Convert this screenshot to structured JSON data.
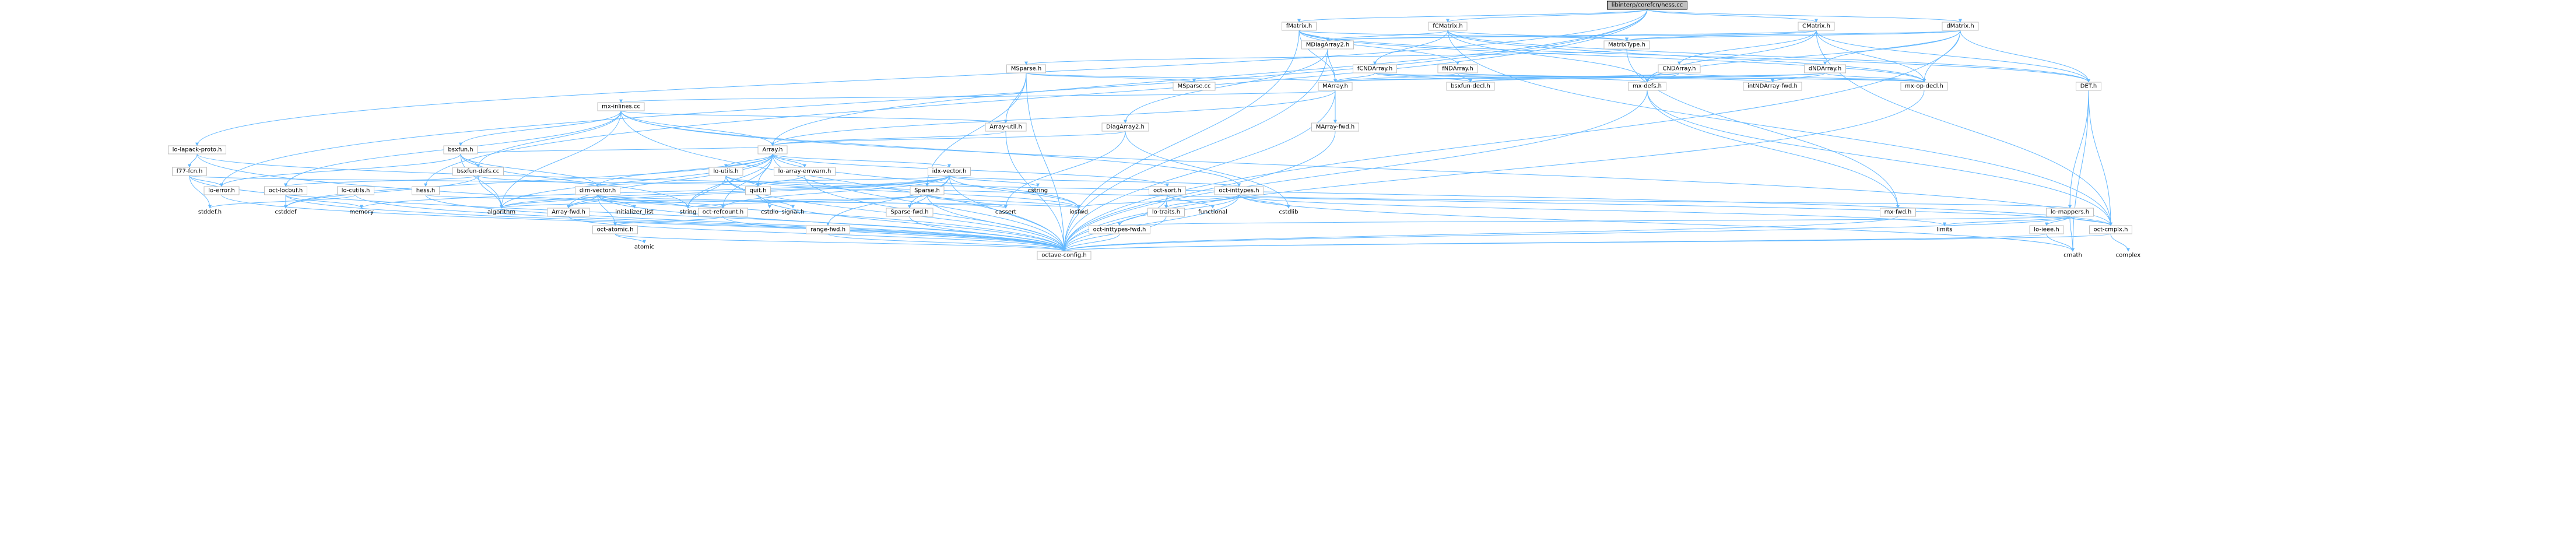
{
  "graph": {
    "root": "libinterp/corefcn/hess.cc",
    "nodes": [
      {
        "id": "root",
        "label": "libinterp/corefcn/hess.cc",
        "root": true
      },
      {
        "id": "fMatrix",
        "label": "fMatrix.h"
      },
      {
        "id": "fCMatrix",
        "label": "fCMatrix.h"
      },
      {
        "id": "CMatrix",
        "label": "CMatrix.h"
      },
      {
        "id": "dMatrix",
        "label": "dMatrix.h"
      },
      {
        "id": "MDiagArray2",
        "label": "MDiagArray2.h"
      },
      {
        "id": "MatrixType",
        "label": "MatrixType.h"
      },
      {
        "id": "MSparse",
        "label": "MSparse.h"
      },
      {
        "id": "fCNDArray",
        "label": "fCNDArray.h"
      },
      {
        "id": "fNDArray",
        "label": "fNDArray.h"
      },
      {
        "id": "CNDArray",
        "label": "CNDArray.h"
      },
      {
        "id": "dNDArray",
        "label": "dNDArray.h"
      },
      {
        "id": "MArray",
        "label": "MArray.h"
      },
      {
        "id": "MSparsecc",
        "label": "MSparse.cc"
      },
      {
        "id": "bsxfundecl",
        "label": "bsxfun-decl.h"
      },
      {
        "id": "mxdefs",
        "label": "mx-defs.h"
      },
      {
        "id": "intNDArrayfwd",
        "label": "intNDArray-fwd.h"
      },
      {
        "id": "mxopdecl",
        "label": "mx-op-decl.h"
      },
      {
        "id": "DET",
        "label": "DET.h"
      },
      {
        "id": "mxinlines",
        "label": "mx-inlines.cc"
      },
      {
        "id": "MArrayfwd",
        "label": "MArray-fwd.h"
      },
      {
        "id": "Arrayutil",
        "label": "Array-util.h"
      },
      {
        "id": "DiagArray2",
        "label": "DiagArray2.h"
      },
      {
        "id": "lolapackproto",
        "label": "lo-lapack-proto.h"
      },
      {
        "id": "bsxfun",
        "label": "bsxfun.h"
      },
      {
        "id": "Array",
        "label": "Array.h"
      },
      {
        "id": "F77",
        "label": "f77-fcn.h"
      },
      {
        "id": "bsxfundefs",
        "label": "bsxfun-defs.cc"
      },
      {
        "id": "loarrayerrwarn",
        "label": "lo-array-errwarn.h"
      },
      {
        "id": "loutils",
        "label": "lo-utils.h"
      },
      {
        "id": "idxvector",
        "label": "idx-vector.h"
      },
      {
        "id": "loerror",
        "label": "lo-error.h"
      },
      {
        "id": "octlocbuf",
        "label": "oct-locbuf.h"
      },
      {
        "id": "locutils",
        "label": "lo-cutils.h"
      },
      {
        "id": "quit",
        "label": "quit.h"
      },
      {
        "id": "dimvector",
        "label": "dim-vector.h"
      },
      {
        "id": "hessh",
        "label": "hess.h"
      },
      {
        "id": "Sparse",
        "label": "Sparse.h"
      },
      {
        "id": "octsort",
        "label": "oct-sort.h"
      },
      {
        "id": "octinttypes",
        "label": "oct-inttypes.h"
      },
      {
        "id": "stddef",
        "label": "stddef.h",
        "nobox": true
      },
      {
        "id": "cstddef",
        "label": "cstddef",
        "nobox": true
      },
      {
        "id": "memory",
        "label": "memory",
        "nobox": true
      },
      {
        "id": "algorithm",
        "label": "algorithm",
        "nobox": true
      },
      {
        "id": "Arrayfwd",
        "label": "Array-fwd.h"
      },
      {
        "id": "initlist",
        "label": "initializer_list",
        "nobox": true
      },
      {
        "id": "string",
        "label": "string",
        "nobox": true
      },
      {
        "id": "octrefcount",
        "label": "oct-refcount.h"
      },
      {
        "id": "cstdio",
        "label": "cstdio",
        "nobox": true
      },
      {
        "id": "signal",
        "label": "signal.h",
        "nobox": true
      },
      {
        "id": "Sparsefwd",
        "label": "Sparse-fwd.h"
      },
      {
        "id": "cassert",
        "label": "cassert",
        "nobox": true
      },
      {
        "id": "iosfwd",
        "label": "iosfwd",
        "nobox": true
      },
      {
        "id": "lotraits",
        "label": "lo-traits.h"
      },
      {
        "id": "functional",
        "label": "functional",
        "nobox": true
      },
      {
        "id": "cstdlib",
        "label": "cstdlib",
        "nobox": true
      },
      {
        "id": "mxfwd",
        "label": "mx-fwd.h"
      },
      {
        "id": "lomappers",
        "label": "lo-mappers.h"
      },
      {
        "id": "cstring",
        "label": "cstring",
        "nobox": true
      },
      {
        "id": "octatomic",
        "label": "oct-atomic.h"
      },
      {
        "id": "atomic",
        "label": "atomic",
        "nobox": true
      },
      {
        "id": "rangefwd",
        "label": "range-fwd.h"
      },
      {
        "id": "octinttypesfwd",
        "label": "oct-inttypes-fwd.h"
      },
      {
        "id": "limits",
        "label": "limits",
        "nobox": true
      },
      {
        "id": "loieee",
        "label": "lo-ieee.h"
      },
      {
        "id": "octcmplx",
        "label": "oct-cmplx.h"
      },
      {
        "id": "octaveconfig",
        "label": "octave-config.h"
      },
      {
        "id": "cmath",
        "label": "cmath",
        "nobox": true
      },
      {
        "id": "complex",
        "label": "complex",
        "nobox": true
      }
    ],
    "edges": [
      [
        "root",
        "fMatrix"
      ],
      [
        "root",
        "fCMatrix"
      ],
      [
        "root",
        "CMatrix"
      ],
      [
        "root",
        "dMatrix"
      ],
      [
        "root",
        "lolapackproto"
      ],
      [
        "root",
        "hessh"
      ],
      [
        "root",
        "loerror"
      ],
      [
        "root",
        "Array"
      ],
      [
        "fMatrix",
        "MDiagArray2"
      ],
      [
        "fMatrix",
        "MatrixType"
      ],
      [
        "fMatrix",
        "MArray"
      ],
      [
        "fMatrix",
        "mxopdecl"
      ],
      [
        "fMatrix",
        "DET"
      ],
      [
        "fMatrix",
        "octaveconfig"
      ],
      [
        "fMatrix",
        "fNDArray"
      ],
      [
        "fCMatrix",
        "MDiagArray2"
      ],
      [
        "fCMatrix",
        "MatrixType"
      ],
      [
        "fCMatrix",
        "fCNDArray"
      ],
      [
        "fCMatrix",
        "mxdefs"
      ],
      [
        "fCMatrix",
        "mxopdecl"
      ],
      [
        "fCMatrix",
        "DET"
      ],
      [
        "fCMatrix",
        "octcmplx"
      ],
      [
        "CMatrix",
        "MDiagArray2"
      ],
      [
        "CMatrix",
        "MatrixType"
      ],
      [
        "CMatrix",
        "CNDArray"
      ],
      [
        "CMatrix",
        "mxdefs"
      ],
      [
        "CMatrix",
        "mxopdecl"
      ],
      [
        "CMatrix",
        "DET"
      ],
      [
        "CMatrix",
        "octcmplx"
      ],
      [
        "dMatrix",
        "MDiagArray2"
      ],
      [
        "dMatrix",
        "MatrixType"
      ],
      [
        "dMatrix",
        "dNDArray"
      ],
      [
        "dMatrix",
        "mxdefs"
      ],
      [
        "dMatrix",
        "mxopdecl"
      ],
      [
        "dMatrix",
        "DET"
      ],
      [
        "dMatrix",
        "octaveconfig"
      ],
      [
        "MDiagArray2",
        "DiagArray2"
      ],
      [
        "MDiagArray2",
        "MArray"
      ],
      [
        "MDiagArray2",
        "octaveconfig"
      ],
      [
        "MatrixType",
        "MSparse"
      ],
      [
        "MatrixType",
        "mxfwd"
      ],
      [
        "MSparse",
        "MArray"
      ],
      [
        "MSparse",
        "MSparsecc"
      ],
      [
        "MSparse",
        "Sparse"
      ],
      [
        "MSparse",
        "Arrayutil"
      ],
      [
        "MSparse",
        "octaveconfig"
      ],
      [
        "fCNDArray",
        "MArray"
      ],
      [
        "fCNDArray",
        "bsxfundecl"
      ],
      [
        "fCNDArray",
        "mxdefs"
      ],
      [
        "fCNDArray",
        "mxopdecl"
      ],
      [
        "fNDArray",
        "MArray"
      ],
      [
        "fNDArray",
        "bsxfundecl"
      ],
      [
        "fNDArray",
        "intNDArrayfwd"
      ],
      [
        "fNDArray",
        "mxopdecl"
      ],
      [
        "CNDArray",
        "MArray"
      ],
      [
        "CNDArray",
        "bsxfundecl"
      ],
      [
        "CNDArray",
        "mxdefs"
      ],
      [
        "CNDArray",
        "mxopdecl"
      ],
      [
        "dNDArray",
        "MArray"
      ],
      [
        "dNDArray",
        "bsxfundecl"
      ],
      [
        "dNDArray",
        "intNDArrayfwd"
      ],
      [
        "dNDArray",
        "mxopdecl"
      ],
      [
        "MArray",
        "Array"
      ],
      [
        "MArray",
        "mxinlines"
      ],
      [
        "MArray",
        "MArrayfwd"
      ],
      [
        "MArray",
        "octaveconfig"
      ],
      [
        "mxdefs",
        "mxfwd"
      ],
      [
        "mxdefs",
        "octcmplx"
      ],
      [
        "mxdefs",
        "octaveconfig"
      ],
      [
        "mxopdecl",
        "octaveconfig"
      ],
      [
        "DET",
        "lomappers"
      ],
      [
        "DET",
        "octcmplx"
      ],
      [
        "DET",
        "cmath"
      ],
      [
        "mxinlines",
        "Arrayutil"
      ],
      [
        "mxinlines",
        "Array"
      ],
      [
        "mxinlines",
        "bsxfun"
      ],
      [
        "mxinlines",
        "bsxfundefs"
      ],
      [
        "mxinlines",
        "octlocbuf"
      ],
      [
        "mxinlines",
        "octinttypes"
      ],
      [
        "mxinlines",
        "algorithm"
      ],
      [
        "mxinlines",
        "octaveconfig"
      ],
      [
        "mxinlines",
        "octcmplx"
      ],
      [
        "MArrayfwd",
        "octaveconfig"
      ],
      [
        "Arrayutil",
        "Array"
      ],
      [
        "Arrayutil",
        "octaveconfig"
      ],
      [
        "DiagArray2",
        "Array"
      ],
      [
        "DiagArray2",
        "cassert"
      ],
      [
        "DiagArray2",
        "cstdlib"
      ],
      [
        "lolapackproto",
        "F77"
      ],
      [
        "lolapackproto",
        "octaveconfig"
      ],
      [
        "lolapackproto",
        "octcmplx"
      ],
      [
        "bsxfun",
        "Array"
      ],
      [
        "bsxfun",
        "dimvector"
      ],
      [
        "bsxfun",
        "loerror"
      ],
      [
        "bsxfun",
        "algorithm"
      ],
      [
        "bsxfun",
        "string"
      ],
      [
        "bsxfun",
        "bsxfundefs"
      ],
      [
        "F77",
        "loerror"
      ],
      [
        "F77",
        "quit"
      ],
      [
        "F77",
        "stddef"
      ],
      [
        "F77",
        "octaveconfig"
      ],
      [
        "bsxfundefs",
        "dimvector"
      ],
      [
        "bsxfundefs",
        "octlocbuf"
      ],
      [
        "bsxfundefs",
        "algorithm"
      ],
      [
        "bsxfundefs",
        "cstddef"
      ],
      [
        "Array",
        "loarrayerrwarn"
      ],
      [
        "Array",
        "loutils"
      ],
      [
        "Array",
        "idxvector"
      ],
      [
        "Array",
        "dimvector"
      ],
      [
        "Array",
        "octsort"
      ],
      [
        "Array",
        "octrefcount"
      ],
      [
        "Array",
        "quit"
      ],
      [
        "Array",
        "Arrayfwd"
      ],
      [
        "Array",
        "algorithm"
      ],
      [
        "Array",
        "cstddef"
      ],
      [
        "Array",
        "iosfwd"
      ],
      [
        "Array",
        "string"
      ],
      [
        "Array",
        "octaveconfig"
      ],
      [
        "loarrayerrwarn",
        "quit"
      ],
      [
        "loarrayerrwarn",
        "octaveconfig"
      ],
      [
        "loutils",
        "quit"
      ],
      [
        "loutils",
        "cstdio"
      ],
      [
        "loutils",
        "iosfwd"
      ],
      [
        "loutils",
        "string"
      ],
      [
        "loutils",
        "octcmplx"
      ],
      [
        "loutils",
        "octaveconfig"
      ],
      [
        "idxvector",
        "dimvector"
      ],
      [
        "idxvector",
        "octrefcount"
      ],
      [
        "idxvector",
        "octinttypes"
      ],
      [
        "idxvector",
        "Arrayfwd"
      ],
      [
        "idxvector",
        "Sparsefwd"
      ],
      [
        "idxvector",
        "rangefwd"
      ],
      [
        "idxvector",
        "algorithm"
      ],
      [
        "idxvector",
        "cstring"
      ],
      [
        "idxvector",
        "memory"
      ],
      [
        "idxvector",
        "iosfwd"
      ],
      [
        "idxvector",
        "octaveconfig"
      ],
      [
        "loerror",
        "octaveconfig"
      ],
      [
        "octlocbuf",
        "memory"
      ],
      [
        "octlocbuf",
        "cstddef"
      ],
      [
        "octlocbuf",
        "octaveconfig"
      ],
      [
        "locutils",
        "stddef"
      ],
      [
        "locutils",
        "octaveconfig"
      ],
      [
        "quit",
        "signal"
      ],
      [
        "quit",
        "octaveconfig"
      ],
      [
        "dimvector",
        "initlist"
      ],
      [
        "dimvector",
        "string"
      ],
      [
        "dimvector",
        "octrefcount"
      ],
      [
        "dimvector",
        "Arrayfwd"
      ],
      [
        "dimvector",
        "octatomic"
      ],
      [
        "dimvector",
        "cassert"
      ],
      [
        "dimvector",
        "algorithm"
      ],
      [
        "dimvector",
        "octaveconfig"
      ],
      [
        "hessh",
        "iosfwd"
      ],
      [
        "hessh",
        "octaveconfig"
      ],
      [
        "Sparse",
        "Sparsefwd"
      ],
      [
        "Sparse",
        "cassert"
      ],
      [
        "Sparse",
        "string"
      ],
      [
        "Sparse",
        "algorithm"
      ],
      [
        "Sparse",
        "iosfwd"
      ],
      [
        "Sparse",
        "octaveconfig"
      ],
      [
        "octsort",
        "functional"
      ],
      [
        "octsort",
        "lotraits"
      ],
      [
        "octsort",
        "octaveconfig"
      ],
      [
        "octinttypes",
        "lomappers"
      ],
      [
        "octinttypes",
        "octinttypesfwd"
      ],
      [
        "octinttypes",
        "cstdlib"
      ],
      [
        "octinttypes",
        "lotraits"
      ],
      [
        "octinttypes",
        "limits"
      ],
      [
        "octinttypes",
        "iosfwd"
      ],
      [
        "octinttypes",
        "cmath"
      ],
      [
        "octinttypes",
        "octaveconfig"
      ],
      [
        "Arrayfwd",
        "octaveconfig"
      ],
      [
        "octrefcount",
        "octatomic"
      ],
      [
        "octrefcount",
        "octaveconfig"
      ],
      [
        "Sparsefwd",
        "octaveconfig"
      ],
      [
        "lotraits",
        "octaveconfig"
      ],
      [
        "mxfwd",
        "octaveconfig"
      ],
      [
        "lomappers",
        "loieee"
      ],
      [
        "lomappers",
        "octcmplx"
      ],
      [
        "lomappers",
        "limits"
      ],
      [
        "lomappers",
        "cmath"
      ],
      [
        "lomappers",
        "octaveconfig"
      ],
      [
        "lomappers",
        "octinttypesfwd"
      ],
      [
        "octatomic",
        "atomic"
      ],
      [
        "octatomic",
        "octaveconfig"
      ],
      [
        "rangefwd",
        "octaveconfig"
      ],
      [
        "octinttypesfwd",
        "octaveconfig"
      ],
      [
        "loieee",
        "cmath"
      ],
      [
        "loieee",
        "octaveconfig"
      ],
      [
        "octcmplx",
        "complex"
      ],
      [
        "octcmplx",
        "octaveconfig"
      ]
    ]
  }
}
